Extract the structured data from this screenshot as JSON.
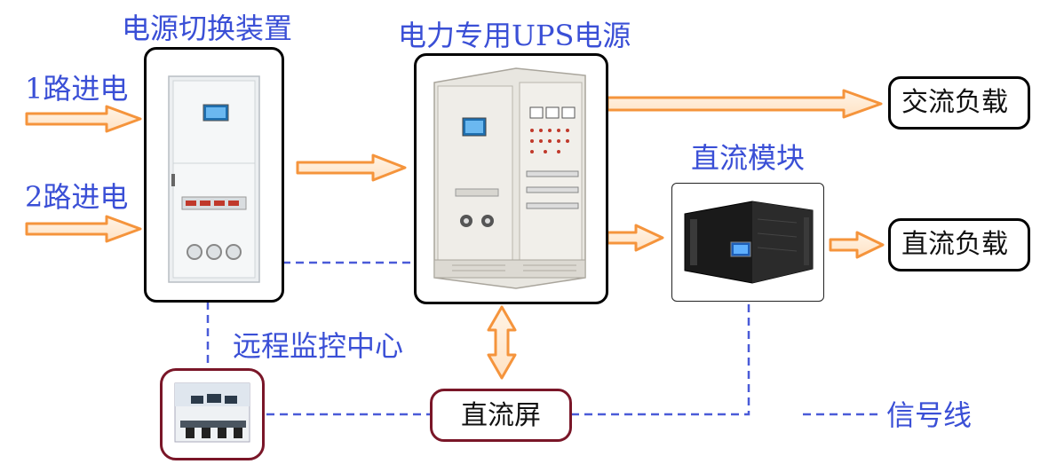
{
  "labels": {
    "switch_device": "电源切换装置",
    "ups_power": "电力专用UPS电源",
    "input_1": "1路进电",
    "input_2": "2路进电",
    "ac_load": "交流负载",
    "dc_module": "直流模块",
    "dc_load": "直流负载",
    "remote_monitor": "远程监控中心",
    "dc_panel": "直流屏",
    "signal_line": "信号线"
  },
  "colors": {
    "label_blue": "#3a4fd6",
    "arrow_orange": "#f5943c",
    "signal_dash": "#4a5bd8",
    "maroon": "#7a1628"
  }
}
